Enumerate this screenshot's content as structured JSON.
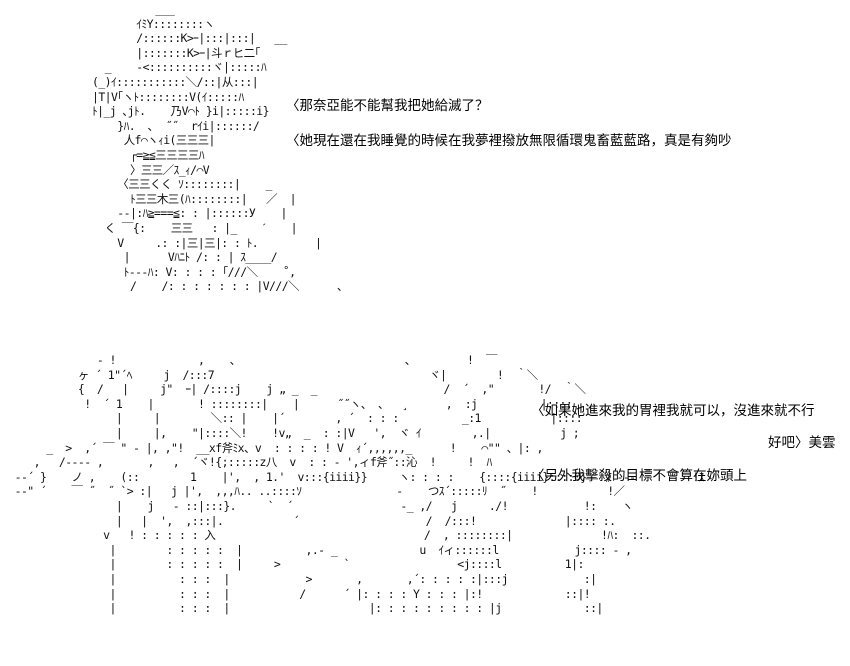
{
  "art": {
    "top": "          ___\n       ｲﾐY::::::::ヽ\n       /::::::K>ｰ|:::|:::|   __\n       |:::::::K>ｰ|斗ｒヒ二｢\n  _    ‐<::::::::::ヾ|:::::ﾊ\n(_)ｲ:::::::::::＼/::|从:::|\n|T|V｢ヽﾄ::::::::V(ｲ:::::ﾊ\nﾄ|_j ､jﾄ.    乃V⌒ﾄ }i|:::::i}\n    }ﾊ.  ､  ˝˝  rｲi|::::::/\n     人f⌒ヽｨi(三三三|\n      ┌=≧≦三三三三ﾊ\n      〉三三／ｽ_ｨ/⌒V\n    〈三三くく ｿ::::::::|    _\n      ﾄ三三木三(ﾊ::::::::|   ／  |\n    ‐‐|:ﾊ≧===≦: : |::::::У    |\n  く ￣{:    三三   : |_    ˊ    |\n    V     .: :|三|三|: : ﾄ.         |\n     |      Vﾊﾆﾄ /: : | ｽ____/\n     ﾄ‐‐‐ﾊ: V: : : : ｢///＼    ˚,\n      /    /: : : : : : : |V///＼      、",
    "bottom": "               - !             ,    、                          ､         !  ￣\n            ヶ ´ 1\"´ﾍ     j  /:::7                                  ヾ|        !  ｀＼\n            {  /   |     j\"  ｰ| /::::j    j „ _  _                    /  ´  ,\"       !/  ｀＼\n             !  ´ 1    |       ! ::::::::|    |      ˝˝ヽ、 、  ¸      ,  :j          |::::\n                  |     |        ＼:: |    |´        , ´  : : :          _:1           |::::\n                  |     |,    \"|::::＼!    !v„  _  : :|V   ',  ヾ ｲ        ,.|           j ;\n       _  >  ,´ ￣ \" ‐ |, ,\"!  __xf斧ﾐx、v  : : : : ! V  ｨ´,,,,,,_      !    ⌒\"\" 、|: ,\n     ,   /‐‐‐‐ ,       ,   ,  ´ヾ!{;:::::z八  v  : : ‐ ',ィf斧˝::沁  !     !  ﾊ\n  ‐‐´ }    ノ ,    (::        1    |',  , 1.'  v:::{iiii}}     ヽ: : : :    {::::{iiii}::::0}   》‐‐‐         !ｽ ﾉ\n  ‐‐\" ´    ￣ ˝  ˝ `> :|   j |',  ,,,ﾊ.. ..::::ｿ               ‐    つｽ´:::::ﾘ  ˝    !           !／\n                  |    j   ‐ ::|:::}.     `  ´                 ‐_ ,/   j     ./!            !:    ヽ\n                  |   |  ',  ,:::|.           ´                    /  /:::!              |:::: :.\n                v   ! : : : : : 入                                 /  , ::::::::|              !ﾊ:  ::.\n                 |        : : : : :  |          ,.‐ _             u  ｲィ::::::l            j:::: ‐ ,\n                 |        : : : : :  |     >          `                 <j::::l          1|:\n                 |          : : :  |            >       ,       ,´: : : : :|:::j            :|\n                 |          : : :  |           /      ´ |: : : : Y : : : |:!             ::|!\n                 |          : : :  |                      |: : : : : : : : : |j             ::|"
  },
  "lines": {
    "l1": "〈那奈亞能不能幫我把她給滅了？",
    "l2": "〈她現在還在我睡覺的時候在我夢裡撥放無限循環鬼畜藍藍路，真是有夠吵",
    "l3": "〈如果她進來我的胃裡我就可以，沒進來就不行",
    "l4": "好吧〉美雲",
    "l5": "〈另外我擊殺的目標不會算在妳頭上"
  }
}
